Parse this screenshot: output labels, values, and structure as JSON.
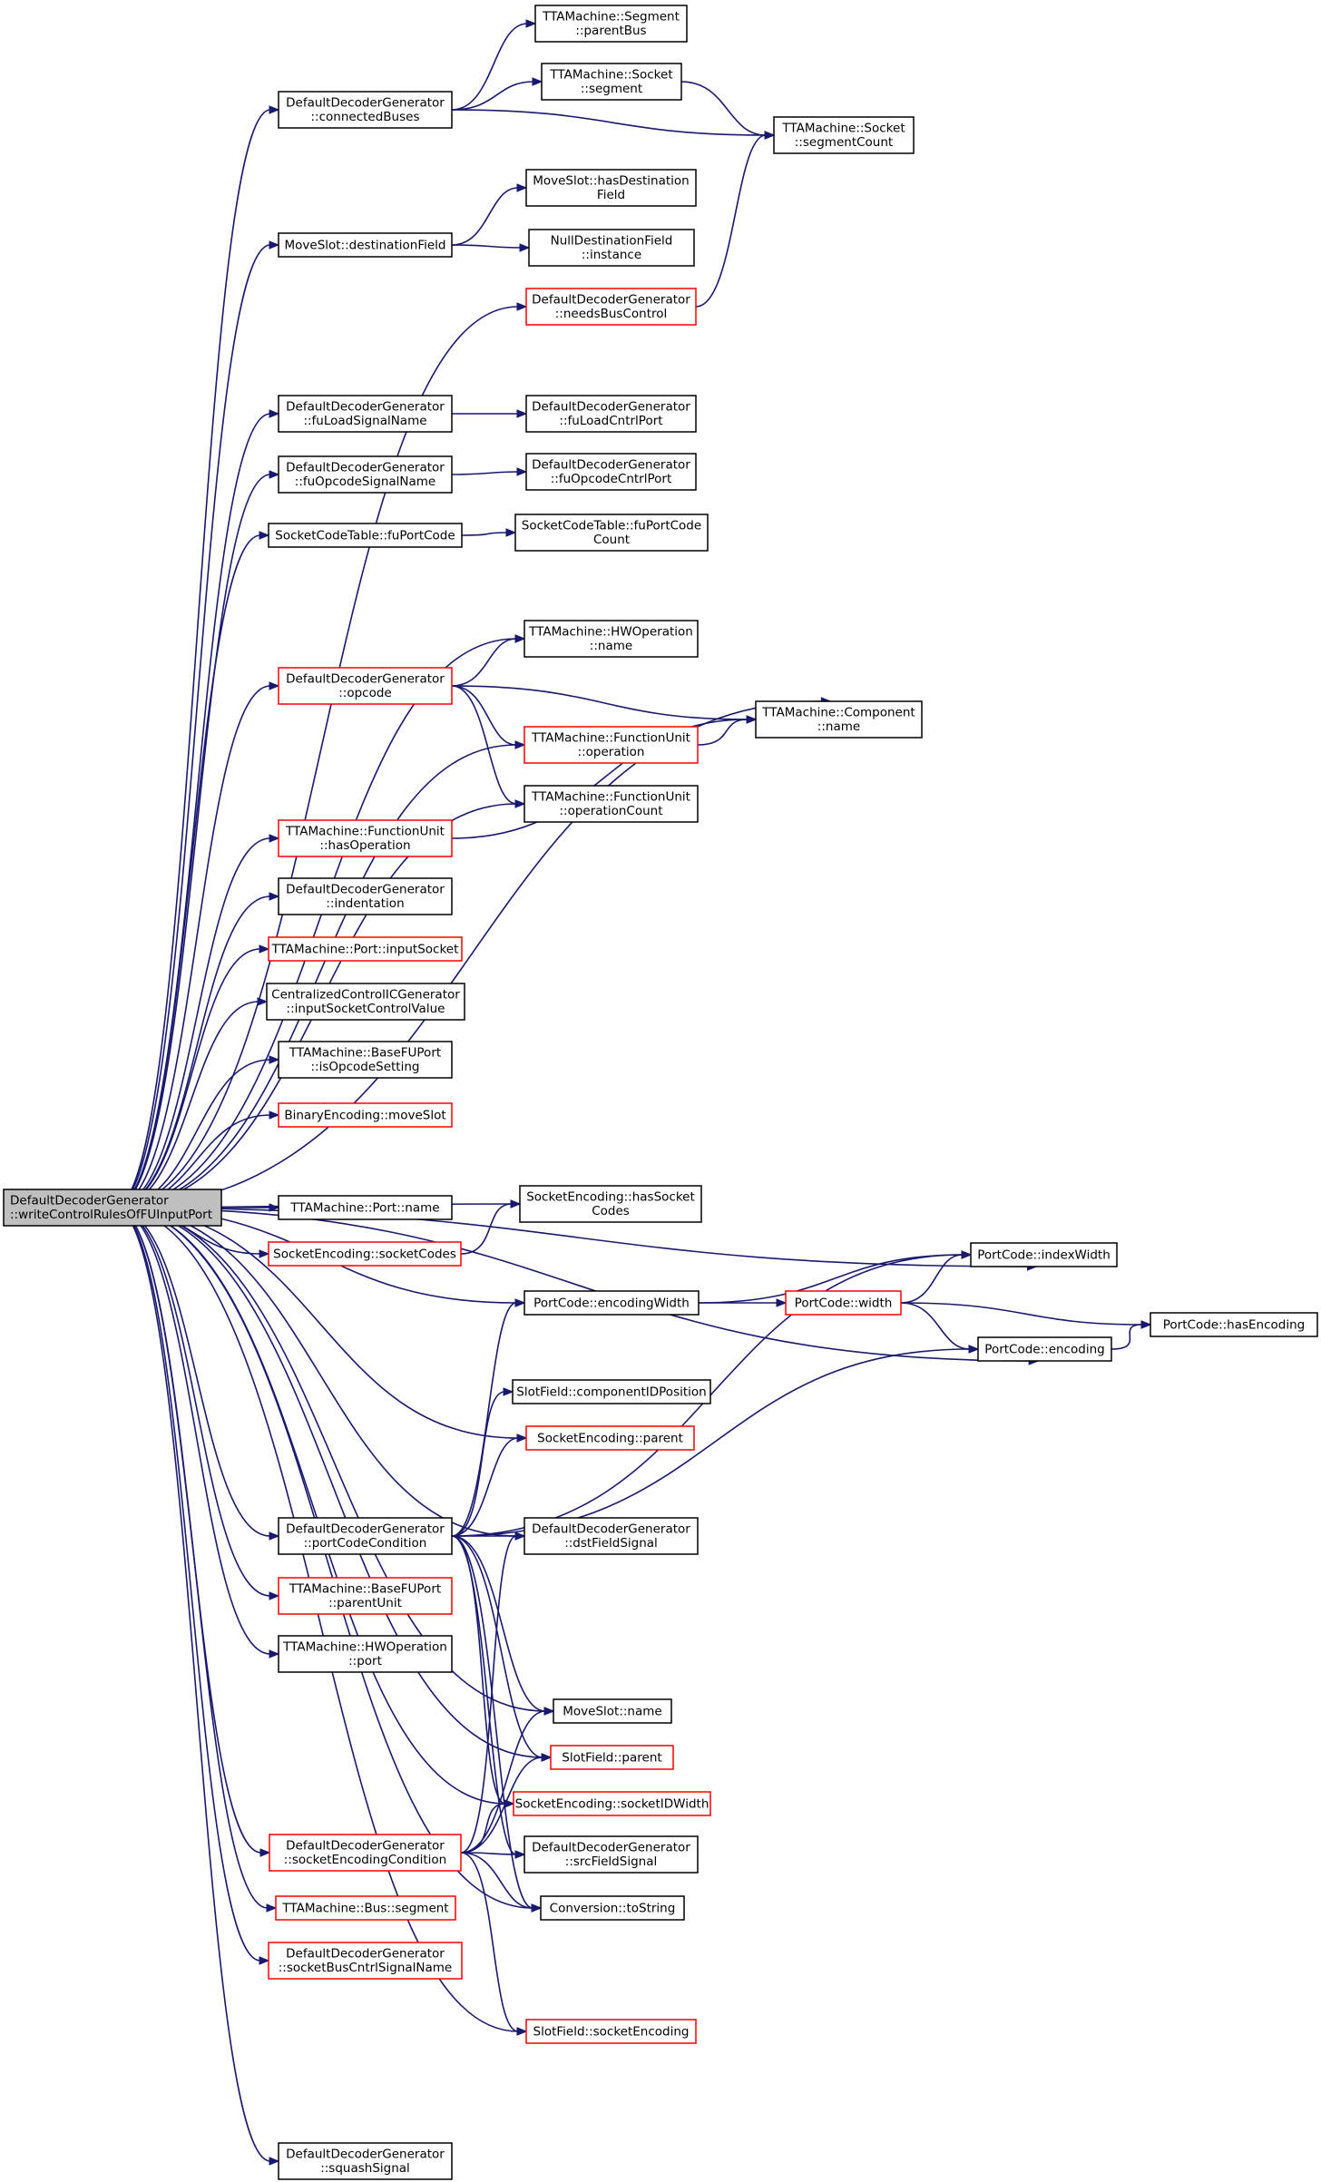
{
  "nodes": [
    {
      "id": "root",
      "lines": [
        "DefaultDecoderGenerator",
        "::writeControlRulesOfFUInputPort"
      ],
      "style": "root"
    },
    {
      "id": "connectedBuses",
      "lines": [
        "DefaultDecoderGenerator",
        "::connectedBuses"
      ],
      "style": "black"
    },
    {
      "id": "segParentBus",
      "lines": [
        "TTAMachine::Segment",
        "::parentBus"
      ],
      "style": "black"
    },
    {
      "id": "sockSegment",
      "lines": [
        "TTAMachine::Socket",
        "::segment"
      ],
      "style": "black"
    },
    {
      "id": "sockSegCount",
      "lines": [
        "TTAMachine::Socket",
        "::segmentCount"
      ],
      "style": "black"
    },
    {
      "id": "destField",
      "lines": [
        "MoveSlot::destinationField"
      ],
      "style": "black"
    },
    {
      "id": "hasDest",
      "lines": [
        "MoveSlot::hasDestination",
        "Field"
      ],
      "style": "black"
    },
    {
      "id": "nullDest",
      "lines": [
        "NullDestinationField",
        "::instance"
      ],
      "style": "black"
    },
    {
      "id": "needsBus",
      "lines": [
        "DefaultDecoderGenerator",
        "::needsBusControl"
      ],
      "style": "red"
    },
    {
      "id": "fuLoadSig",
      "lines": [
        "DefaultDecoderGenerator",
        "::fuLoadSignalName"
      ],
      "style": "black"
    },
    {
      "id": "fuLoadPort",
      "lines": [
        "DefaultDecoderGenerator",
        "::fuLoadCntrlPort"
      ],
      "style": "black"
    },
    {
      "id": "fuOpcSig",
      "lines": [
        "DefaultDecoderGenerator",
        "::fuOpcodeSignalName"
      ],
      "style": "black"
    },
    {
      "id": "fuOpcPort",
      "lines": [
        "DefaultDecoderGenerator",
        "::fuOpcodeCntrlPort"
      ],
      "style": "black"
    },
    {
      "id": "sctFuPort",
      "lines": [
        "SocketCodeTable::fuPortCode"
      ],
      "style": "black"
    },
    {
      "id": "sctFuPortCnt",
      "lines": [
        "SocketCodeTable::fuPortCode",
        "Count"
      ],
      "style": "black"
    },
    {
      "id": "hwopName",
      "lines": [
        "TTAMachine::HWOperation",
        "::name"
      ],
      "style": "black"
    },
    {
      "id": "opcode",
      "lines": [
        "DefaultDecoderGenerator",
        "::opcode"
      ],
      "style": "red"
    },
    {
      "id": "compName",
      "lines": [
        "TTAMachine::Component",
        "::name"
      ],
      "style": "black"
    },
    {
      "id": "fuOperation",
      "lines": [
        "TTAMachine::FunctionUnit",
        "::operation"
      ],
      "style": "red"
    },
    {
      "id": "fuOpCount",
      "lines": [
        "TTAMachine::FunctionUnit",
        "::operationCount"
      ],
      "style": "black"
    },
    {
      "id": "fuHasOp",
      "lines": [
        "TTAMachine::FunctionUnit",
        "::hasOperation"
      ],
      "style": "red"
    },
    {
      "id": "indentation",
      "lines": [
        "DefaultDecoderGenerator",
        "::indentation"
      ],
      "style": "black"
    },
    {
      "id": "portInSock",
      "lines": [
        "TTAMachine::Port::inputSocket"
      ],
      "style": "red"
    },
    {
      "id": "cicInSock",
      "lines": [
        "CentralizedControlICGenerator",
        "::inputSocketControlValue"
      ],
      "style": "black"
    },
    {
      "id": "bfuIsOpc",
      "lines": [
        "TTAMachine::BaseFUPort",
        "::isOpcodeSetting"
      ],
      "style": "black"
    },
    {
      "id": "beMoveSlot",
      "lines": [
        "BinaryEncoding::moveSlot"
      ],
      "style": "red"
    },
    {
      "id": "portName",
      "lines": [
        "TTAMachine::Port::name"
      ],
      "style": "black"
    },
    {
      "id": "seHasSock",
      "lines": [
        "SocketEncoding::hasSocket",
        "Codes"
      ],
      "style": "black"
    },
    {
      "id": "seSockCodes",
      "lines": [
        "SocketEncoding::socketCodes"
      ],
      "style": "red"
    },
    {
      "id": "pcIndexW",
      "lines": [
        "PortCode::indexWidth"
      ],
      "style": "black"
    },
    {
      "id": "pcEncW",
      "lines": [
        "PortCode::encodingWidth"
      ],
      "style": "black"
    },
    {
      "id": "pcWidth",
      "lines": [
        "PortCode::width"
      ],
      "style": "red"
    },
    {
      "id": "pcHasEnc",
      "lines": [
        "PortCode::hasEncoding"
      ],
      "style": "black"
    },
    {
      "id": "pcEnc",
      "lines": [
        "PortCode::encoding"
      ],
      "style": "black"
    },
    {
      "id": "sfCompId",
      "lines": [
        "SlotField::componentIDPosition"
      ],
      "style": "black"
    },
    {
      "id": "seParent",
      "lines": [
        "SocketEncoding::parent"
      ],
      "style": "red"
    },
    {
      "id": "portCodeCond",
      "lines": [
        "DefaultDecoderGenerator",
        "::portCodeCondition"
      ],
      "style": "black"
    },
    {
      "id": "dstField",
      "lines": [
        "DefaultDecoderGenerator",
        "::dstFieldSignal"
      ],
      "style": "black"
    },
    {
      "id": "bfuParent",
      "lines": [
        "TTAMachine::BaseFUPort",
        "::parentUnit"
      ],
      "style": "red"
    },
    {
      "id": "hwopPort",
      "lines": [
        "TTAMachine::HWOperation",
        "::port"
      ],
      "style": "black"
    },
    {
      "id": "msName",
      "lines": [
        "MoveSlot::name"
      ],
      "style": "black"
    },
    {
      "id": "sfParent",
      "lines": [
        "SlotField::parent"
      ],
      "style": "red"
    },
    {
      "id": "seSockIdW",
      "lines": [
        "SocketEncoding::socketIDWidth"
      ],
      "style": "red"
    },
    {
      "id": "sockEncCond",
      "lines": [
        "DefaultDecoderGenerator",
        "::socketEncodingCondition"
      ],
      "style": "red"
    },
    {
      "id": "srcField",
      "lines": [
        "DefaultDecoderGenerator",
        "::srcFieldSignal"
      ],
      "style": "black"
    },
    {
      "id": "busSegment",
      "lines": [
        "TTAMachine::Bus::segment"
      ],
      "style": "red"
    },
    {
      "id": "convToStr",
      "lines": [
        "Conversion::toString"
      ],
      "style": "black"
    },
    {
      "id": "sockBusCtrl",
      "lines": [
        "DefaultDecoderGenerator",
        "::socketBusCntrlSignalName"
      ],
      "style": "red"
    },
    {
      "id": "sfSockEnc",
      "lines": [
        "SlotField::socketEncoding"
      ],
      "style": "red"
    },
    {
      "id": "squash",
      "lines": [
        "DefaultDecoderGenerator",
        "::squashSignal"
      ],
      "style": "black"
    }
  ],
  "edges": [
    [
      "root",
      "connectedBuses"
    ],
    [
      "root",
      "destField"
    ],
    [
      "root",
      "needsBus"
    ],
    [
      "root",
      "pcIndexW"
    ],
    [
      "root",
      "fuLoadSig"
    ],
    [
      "root",
      "fuOpcSig"
    ],
    [
      "root",
      "sctFuPort"
    ],
    [
      "root",
      "compName"
    ],
    [
      "root",
      "hwopName"
    ],
    [
      "root",
      "opcode"
    ],
    [
      "root",
      "fuOperation"
    ],
    [
      "root",
      "fuOpCount"
    ],
    [
      "root",
      "fuHasOp"
    ],
    [
      "root",
      "indentation"
    ],
    [
      "root",
      "portInSock"
    ],
    [
      "root",
      "cicInSock"
    ],
    [
      "root",
      "bfuIsOpc"
    ],
    [
      "root",
      "beMoveSlot"
    ],
    [
      "root",
      "seHasSock"
    ],
    [
      "root",
      "portName"
    ],
    [
      "root",
      "seSockCodes"
    ],
    [
      "root",
      "pcEncW"
    ],
    [
      "root",
      "pcEnc"
    ],
    [
      "root",
      "seParent"
    ],
    [
      "root",
      "dstField"
    ],
    [
      "root",
      "portCodeCond"
    ],
    [
      "root",
      "bfuParent"
    ],
    [
      "root",
      "hwopPort"
    ],
    [
      "root",
      "msName"
    ],
    [
      "root",
      "sfParent"
    ],
    [
      "root",
      "seSockIdW"
    ],
    [
      "root",
      "sockEncCond"
    ],
    [
      "root",
      "busSegment"
    ],
    [
      "root",
      "sockBusCtrl"
    ],
    [
      "root",
      "convToStr"
    ],
    [
      "root",
      "sfSockEnc"
    ],
    [
      "root",
      "squash"
    ],
    [
      "connectedBuses",
      "segParentBus"
    ],
    [
      "connectedBuses",
      "sockSegment"
    ],
    [
      "connectedBuses",
      "sockSegCount"
    ],
    [
      "sockSegment",
      "sockSegCount"
    ],
    [
      "destField",
      "hasDest"
    ],
    [
      "destField",
      "nullDest"
    ],
    [
      "needsBus",
      "sockSegCount"
    ],
    [
      "fuLoadSig",
      "fuLoadPort"
    ],
    [
      "fuOpcSig",
      "fuOpcPort"
    ],
    [
      "sctFuPort",
      "sctFuPortCnt"
    ],
    [
      "opcode",
      "hwopName"
    ],
    [
      "opcode",
      "compName"
    ],
    [
      "opcode",
      "fuOperation"
    ],
    [
      "opcode",
      "fuOpCount"
    ],
    [
      "fuOperation",
      "compName"
    ],
    [
      "fuHasOp",
      "compName"
    ],
    [
      "seSockCodes",
      "seHasSock"
    ],
    [
      "pcEncW",
      "pcIndexW"
    ],
    [
      "pcEncW",
      "pcWidth"
    ],
    [
      "pcWidth",
      "pcIndexW"
    ],
    [
      "pcWidth",
      "pcHasEnc"
    ],
    [
      "pcWidth",
      "pcEnc"
    ],
    [
      "pcEnc",
      "pcHasEnc"
    ],
    [
      "portCodeCond",
      "pcEncW"
    ],
    [
      "portCodeCond",
      "sfCompId"
    ],
    [
      "portCodeCond",
      "seParent"
    ],
    [
      "portCodeCond",
      "pcEnc"
    ],
    [
      "portCodeCond",
      "dstField"
    ],
    [
      "portCodeCond",
      "pcIndexW"
    ],
    [
      "portCodeCond",
      "msName"
    ],
    [
      "portCodeCond",
      "sfParent"
    ],
    [
      "portCodeCond",
      "seSockIdW"
    ],
    [
      "portCodeCond",
      "srcField"
    ],
    [
      "portCodeCond",
      "convToStr"
    ],
    [
      "sockEncCond",
      "dstField"
    ],
    [
      "sockEncCond",
      "msName"
    ],
    [
      "sockEncCond",
      "sfParent"
    ],
    [
      "sockEncCond",
      "seSockIdW"
    ],
    [
      "sockEncCond",
      "srcField"
    ],
    [
      "sockEncCond",
      "convToStr"
    ],
    [
      "sockEncCond",
      "sfSockEnc"
    ]
  ],
  "colors": {
    "edge": "#191970",
    "node_border": "#000000",
    "highlight_border": "#ff0000",
    "root_fill": "#bfbfbf"
  }
}
